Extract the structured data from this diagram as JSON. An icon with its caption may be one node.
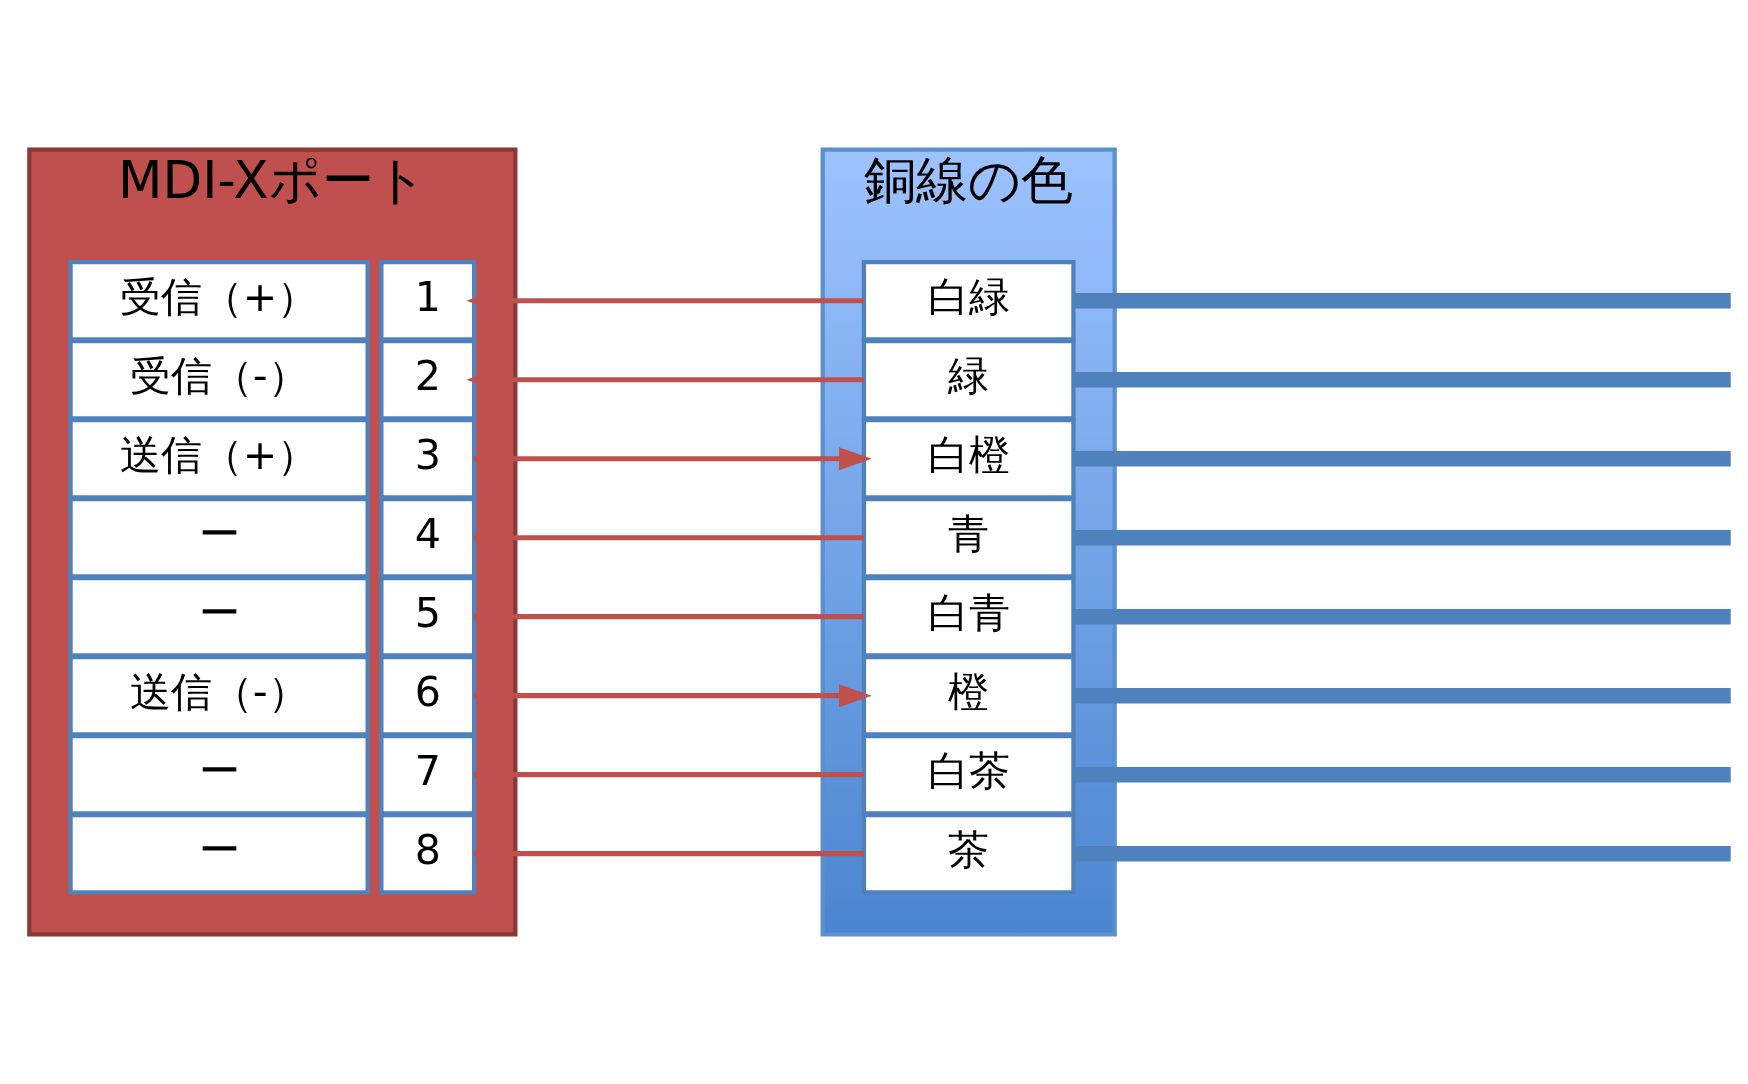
{
  "diagram": {
    "nodes": [
      {
        "text": [
          "MDI-Xポート"
        ]
      },
      {
        "text": [
          "受信（+）"
        ],
        "in": 0
      },
      {
        "text": [
          "1"
        ],
        "in": 0
      },
      {
        "text": [
          "受信（-）"
        ],
        "in": 0
      },
      {
        "text": [
          "2"
        ],
        "in": 0
      },
      {
        "text": [
          "送信（+）"
        ],
        "in": 0
      },
      {
        "text": [
          "3"
        ],
        "in": 0
      },
      {
        "text": [
          "ー"
        ],
        "in": 0
      },
      {
        "text": [
          "4"
        ],
        "in": 0
      },
      {
        "text": [
          "ー"
        ],
        "in": 0
      },
      {
        "text": [
          "5"
        ],
        "in": 0
      },
      {
        "text": [
          "送信（-）"
        ],
        "in": 0
      },
      {
        "text": [
          "6"
        ],
        "in": 0
      },
      {
        "text": [
          "ー"
        ],
        "in": 0
      },
      {
        "text": [
          "7"
        ],
        "in": 0
      },
      {
        "text": [
          "ー"
        ],
        "in": 0
      },
      {
        "text": [
          "8"
        ],
        "in": 0
      },
      {
        "text": [
          "銅線の色"
        ]
      },
      {
        "text": [
          "白緑"
        ],
        "in": 17
      },
      {
        "text": [
          "緑"
        ],
        "in": 17
      },
      {
        "text": [
          "白橙"
        ],
        "in": 17
      },
      {
        "text": [
          "青"
        ],
        "in": 17
      },
      {
        "text": [
          "白青"
        ],
        "in": 17
      },
      {
        "text": [
          "橙"
        ],
        "in": 17
      },
      {
        "text": [
          "白茶"
        ],
        "in": 17
      },
      {
        "text": [
          "茶"
        ],
        "in": 17
      }
    ],
    "edges": [
      {
        "from": 18,
        "to": 2,
        "arrow": "to",
        "color": "#c0504d"
      },
      {
        "from": 19,
        "to": 4,
        "arrow": "to",
        "color": "#c0504d"
      },
      {
        "from": 6,
        "to": 20,
        "arrow": "to",
        "color": "#c0504d"
      },
      {
        "from": 8,
        "to": 21,
        "arrow": "none",
        "color": "#c0504d"
      },
      {
        "from": 10,
        "to": 22,
        "arrow": "none",
        "color": "#c0504d"
      },
      {
        "from": 12,
        "to": 23,
        "arrow": "to",
        "color": "#c0504d"
      },
      {
        "from": 14,
        "to": 24,
        "arrow": "none",
        "color": "#c0504d"
      },
      {
        "from": 16,
        "to": 25,
        "arrow": "none",
        "color": "#c0504d"
      },
      {
        "from": 18,
        "to": null,
        "arrow": "none",
        "style": "thick",
        "color": "#4f81bd"
      },
      {
        "from": 19,
        "to": null,
        "arrow": "none",
        "style": "thick",
        "color": "#4f81bd"
      },
      {
        "from": 20,
        "to": null,
        "arrow": "none",
        "style": "thick",
        "color": "#4f81bd"
      },
      {
        "from": 21,
        "to": null,
        "arrow": "none",
        "style": "thick",
        "color": "#4f81bd"
      },
      {
        "from": 22,
        "to": null,
        "arrow": "none",
        "style": "thick",
        "color": "#4f81bd"
      },
      {
        "from": 23,
        "to": null,
        "arrow": "none",
        "style": "thick",
        "color": "#4f81bd"
      },
      {
        "from": 24,
        "to": null,
        "arrow": "none",
        "style": "thick",
        "color": "#4f81bd"
      },
      {
        "from": 25,
        "to": null,
        "arrow": "none",
        "style": "thick",
        "color": "#4f81bd"
      }
    ]
  }
}
